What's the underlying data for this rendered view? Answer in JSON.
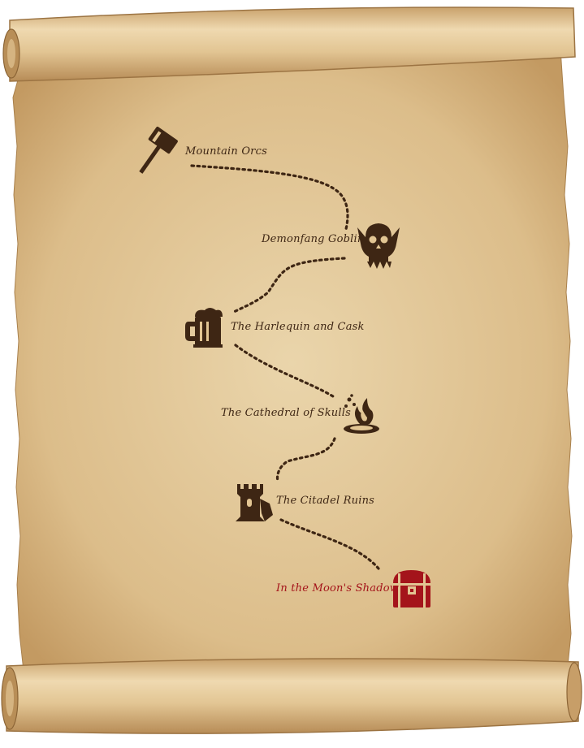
{
  "colors": {
    "ink": "#3e2614",
    "path": "#3e2614",
    "goal": "#a4141b",
    "parchment": "#e7cfa2",
    "parchment_dark": "#c9a26f"
  },
  "quest_map": {
    "locations": [
      {
        "label": "Mountain Orcs",
        "icon": "war-hammer-icon",
        "is_destination": false
      },
      {
        "label": "Demonfang Goblins",
        "icon": "goblin-skull-icon",
        "is_destination": false
      },
      {
        "label": "The Harlequin and Cask",
        "icon": "ale-tankard-icon",
        "is_destination": false
      },
      {
        "label": "The Cathedral of Skulls",
        "icon": "fire-pit-icon",
        "is_destination": false
      },
      {
        "label": "The Citadel Ruins",
        "icon": "ruined-tower-icon",
        "is_destination": false
      },
      {
        "label": "In the Moon's Shadow",
        "icon": "treasure-chest-icon",
        "is_destination": true
      }
    ]
  }
}
